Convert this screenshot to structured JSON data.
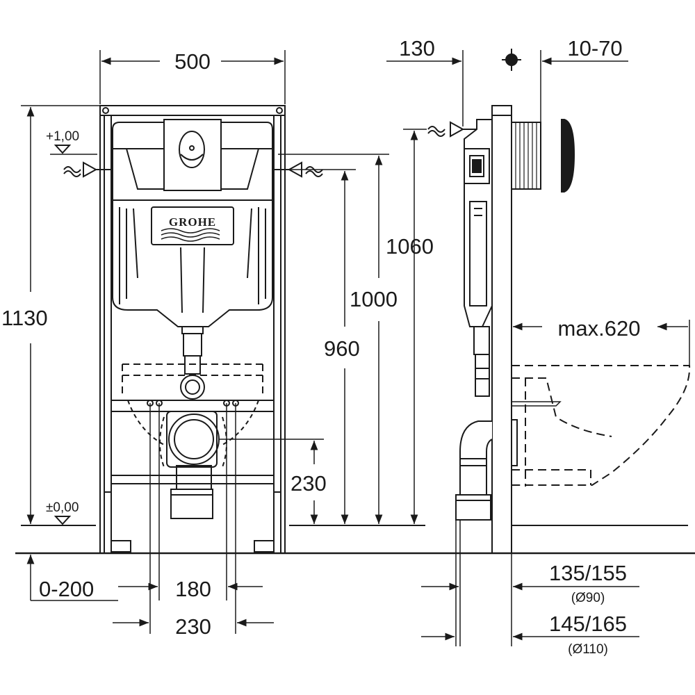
{
  "brand": "GROHE",
  "dimensions": {
    "frame_width": "500",
    "depth": "130",
    "adjust_range": "10-70",
    "frame_height": "1130",
    "level_plus": "+1,00",
    "level_zero": "±0,00",
    "inlet_height": "1060",
    "flush_height": "1000",
    "frame_mark": "960",
    "outlet_height": "230",
    "floor_offset": "0-200",
    "inner_spacing": "180",
    "outer_spacing": "230",
    "bowl_projection": "max.620",
    "pipe_depth_90": "135/155",
    "pipe_90": "(Ø90)",
    "pipe_depth_110": "145/165",
    "pipe_110": "(Ø110)"
  }
}
